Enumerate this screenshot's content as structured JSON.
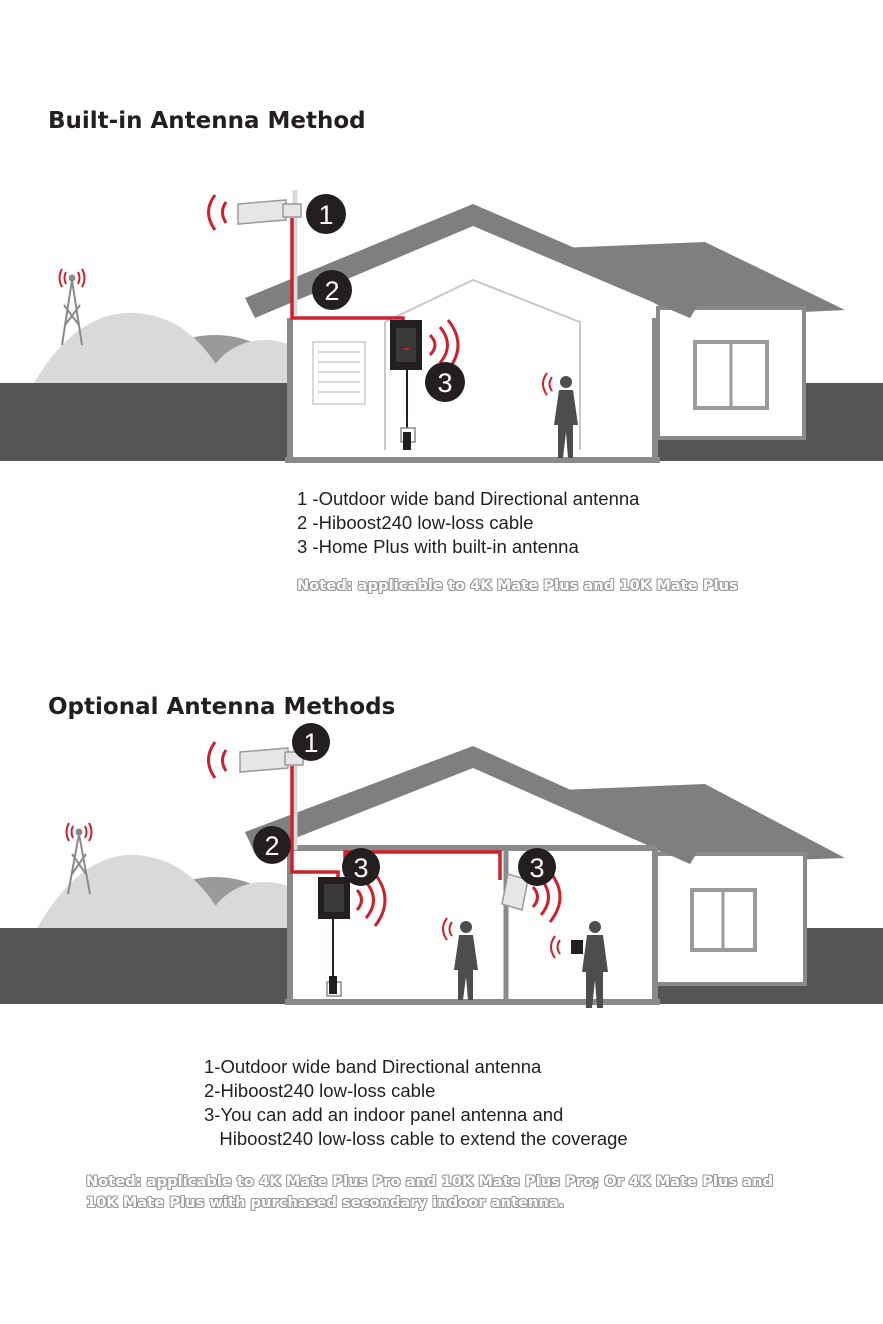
{
  "section1": {
    "title": "Built-in Antenna Method",
    "markers": [
      "1",
      "2",
      "3"
    ],
    "legend": [
      "1 -Outdoor wide band Directional antenna",
      "2 -Hiboost240 low-loss cable",
      "3 -Home Plus with built-in antenna"
    ],
    "note": "Noted: applicable to 4K Mate Plus and 10K Mate Plus"
  },
  "section2": {
    "title": "Optional Antenna Methods",
    "markers": [
      "1",
      "2",
      "3",
      "3"
    ],
    "legend": [
      "1-Outdoor wide band Directional antenna",
      "2-Hiboost240 low-loss cable",
      "3-You can add an indoor panel antenna and",
      "   Hiboost240 low-loss cable to extend the coverage"
    ],
    "note": "Noted: applicable to 4K Mate Plus Pro and 10K Mate Plus Pro; Or 4K Mate Plus and 10K Mate Plus with purchased secondary indoor antenna."
  },
  "colors": {
    "cable": "#d0202e",
    "signal": "#d0202e",
    "ground": "#555555",
    "roof": "#7f7f7f",
    "hills_light": "#d9d9d9",
    "hills_dark": "#9a9a9a",
    "marker": "#231f20"
  },
  "icons": [
    "cell-tower-icon",
    "signal-waves-icon",
    "directional-antenna-icon",
    "booster-icon",
    "person-phone-icon",
    "indoor-panel-antenna-icon"
  ]
}
